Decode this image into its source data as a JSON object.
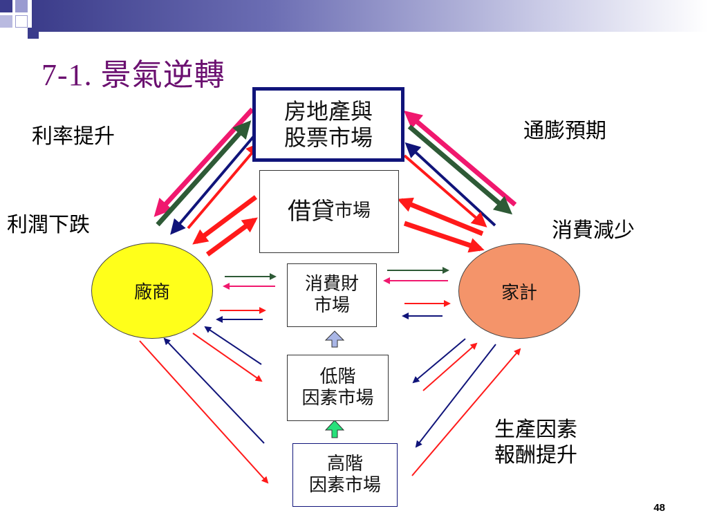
{
  "slide": {
    "title": "7-1. 景氣逆轉",
    "page_number": "48"
  },
  "boxes": {
    "realestate": "房地產與\n股票市場",
    "loan_main": "借貸",
    "loan_sub": "市場",
    "consumer": "消費財\n市場",
    "low_factor": "低階\n因素市場",
    "high_factor": "高階\n因素市場"
  },
  "nodes": {
    "firm": "廠商",
    "household": "家計"
  },
  "labels": {
    "interest_up": "利率提升",
    "profit_down": "利潤下跌",
    "inflation_exp": "通膨預期",
    "consumption_down": "消費減少",
    "factor_reward": "生產因素\n報酬提升"
  },
  "colors": {
    "red": "#ff1a1a",
    "navy": "#10147a",
    "green": "#2e5a36",
    "pink": "#f0186e",
    "firm_fill": "#ffff1a",
    "household_fill": "#f4946a",
    "up_arrow_blue": "#a9b6e6",
    "up_arrow_green": "#27e07a"
  }
}
